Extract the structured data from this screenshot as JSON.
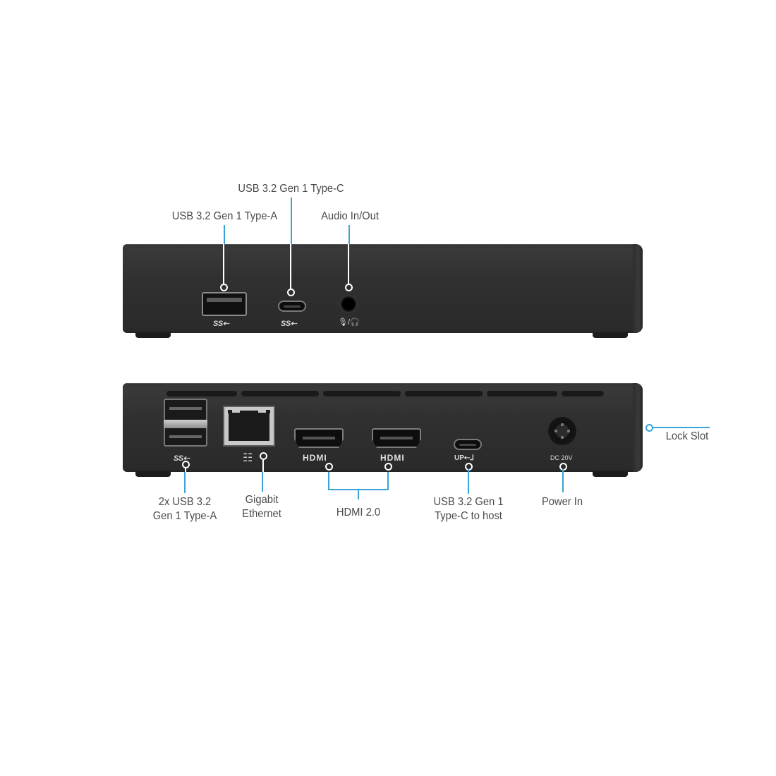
{
  "front_view": {
    "labels": {
      "usb_c": "USB 3.2 Gen 1 Type-C",
      "usb_a": "USB 3.2 Gen 1 Type-A",
      "audio": "Audio In/Out"
    },
    "port_markings": {
      "usb_a_logo": "SS⇠",
      "usb_c_logo": "SS⇠",
      "audio_logo": "🎙/🎧"
    }
  },
  "rear_view": {
    "labels": {
      "dual_usb_a": "2x USB 3.2\nGen 1 Type-A",
      "ethernet": "Gigabit\nEthernet",
      "hdmi": "HDMI 2.0",
      "usb_c_host": "USB 3.2 Gen 1\nType-C to host",
      "power": "Power In",
      "lock": "Lock Slot"
    },
    "port_markings": {
      "usb_a_logo": "SS⇠",
      "ethernet_logo": "☷",
      "hdmi_1": "HDMI",
      "hdmi_2": "HDMI",
      "usb_c_up": "UP⇠⅃",
      "dc": "DC 20V"
    }
  },
  "colors": {
    "callout": "#3aa3d8",
    "label_text": "#4a4a4a",
    "device_body": "#303031"
  }
}
